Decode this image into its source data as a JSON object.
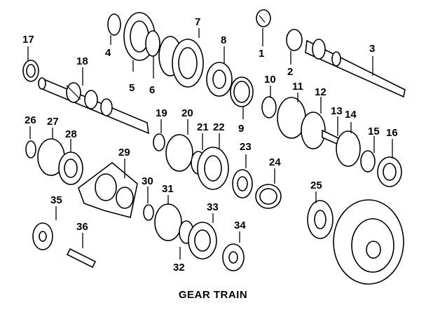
{
  "title": "GEAR TRAIN",
  "parts": [
    "1",
    "2",
    "3",
    "4",
    "5",
    "6",
    "7",
    "8",
    "9",
    "10",
    "11",
    "12",
    "13",
    "14",
    "15",
    "16",
    "17",
    "18",
    "19",
    "20",
    "21",
    "22",
    "23",
    "24",
    "25",
    "26",
    "27",
    "28",
    "29",
    "30",
    "31",
    "32",
    "33",
    "34",
    "35",
    "36"
  ]
}
